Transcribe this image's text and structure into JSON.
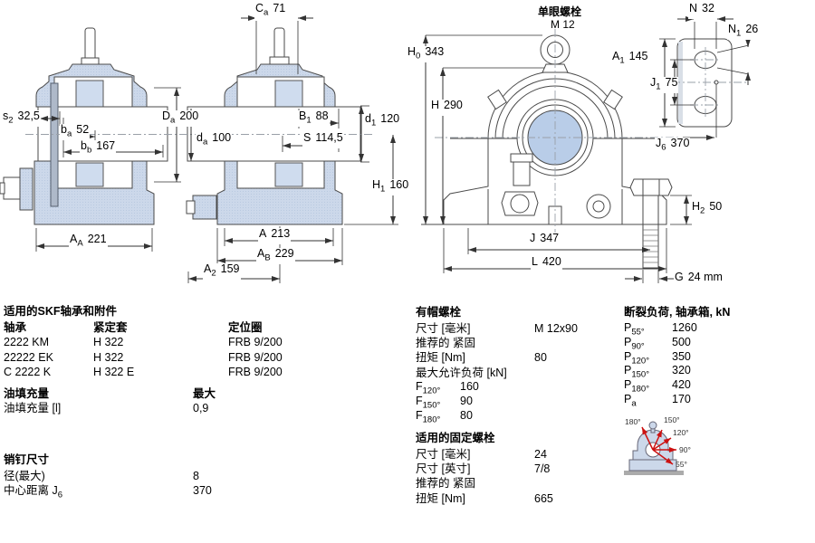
{
  "dims": {
    "s2": {
      "sym": "s",
      "sub": "2",
      "val": "32,5"
    },
    "ba": {
      "sym": "b",
      "sub": "a",
      "val": "52"
    },
    "bb": {
      "sym": "b",
      "sub": "b",
      "val": "167"
    },
    "AA": {
      "sym": "A",
      "sub": "A",
      "val": "221"
    },
    "Da": {
      "sym": "D",
      "sub": "a",
      "val": "200"
    },
    "Ca": {
      "sym": "C",
      "sub": "a",
      "val": "71"
    },
    "B1": {
      "sym": "B",
      "sub": "1",
      "val": "88"
    },
    "S": {
      "sym": "S",
      "sub": "",
      "val": "114,5"
    },
    "d1": {
      "sym": "d",
      "sub": "1",
      "val": "120"
    },
    "da": {
      "sym": "d",
      "sub": "a",
      "val": "100"
    },
    "H1": {
      "sym": "H",
      "sub": "1",
      "val": "160"
    },
    "A": {
      "sym": "A",
      "sub": "",
      "val": "213"
    },
    "AB": {
      "sym": "A",
      "sub": "B",
      "val": "229"
    },
    "A2": {
      "sym": "A",
      "sub": "2",
      "val": "159"
    },
    "H0": {
      "sym": "H",
      "sub": "0",
      "val": "343"
    },
    "H": {
      "sym": "H",
      "sub": "",
      "val": "290"
    },
    "J": {
      "sym": "J",
      "sub": "",
      "val": "347"
    },
    "L": {
      "sym": "L",
      "sub": "",
      "val": "420"
    },
    "H2": {
      "sym": "H",
      "sub": "2",
      "val": "50"
    },
    "G": {
      "sym": "G",
      "sub": "",
      "val": "24 mm"
    },
    "N": {
      "sym": "N",
      "sub": "",
      "val": "32"
    },
    "N1": {
      "sym": "N",
      "sub": "1",
      "val": "26"
    },
    "A1": {
      "sym": "A",
      "sub": "1",
      "val": "145"
    },
    "J1": {
      "sym": "J",
      "sub": "1",
      "val": "75"
    },
    "J6": {
      "sym": "J",
      "sub": "6",
      "val": "370"
    }
  },
  "front_view": {
    "eyebolt_label": "单眼螺栓",
    "eyebolt_size": "M 12"
  },
  "sections": {
    "bearings": {
      "title": "适用的SKF轴承和附件",
      "columns": [
        "轴承",
        "紧定套",
        "定位圈"
      ],
      "rows": [
        [
          "2222 KM",
          "H 322",
          "FRB 9/200"
        ],
        [
          "22222 EK",
          "H 322",
          "FRB 9/200"
        ],
        [
          "C 2222 K",
          "H 322 E",
          "FRB 9/200"
        ]
      ]
    },
    "oil": {
      "title": "油填充量",
      "max_label": "最大",
      "row_label": "油填充量 [l]",
      "row_value": "0,9"
    },
    "pin": {
      "title": "销钉尺寸",
      "rows": [
        {
          "label": "径(最大)",
          "sub": "",
          "value": "8"
        },
        {
          "label": "中心距离 J",
          "sub": "6",
          "value": "370"
        }
      ]
    },
    "cap_bolts": {
      "title": "有帽螺栓",
      "rows": [
        {
          "label": "尺寸 [毫米]",
          "value": "M 12x90"
        },
        {
          "label": "推荐的 紧固",
          "value": ""
        },
        {
          "label": "扭矩 [Nm]",
          "value": "80"
        },
        {
          "label": "最大允许负荷 [kN]",
          "value": ""
        }
      ],
      "f_rows": [
        {
          "sym": "F",
          "sub": "120°",
          "value": "160"
        },
        {
          "sym": "F",
          "sub": "150°",
          "value": "90"
        },
        {
          "sym": "F",
          "sub": "180°",
          "value": "80"
        }
      ]
    },
    "fixing_bolts": {
      "title": "适用的固定螺栓",
      "rows": [
        {
          "label": "尺寸 [毫米]",
          "value": "24"
        },
        {
          "label": "尺寸 [英寸]",
          "value": "7/8"
        },
        {
          "label": "推荐的 紧固",
          "value": ""
        },
        {
          "label": "扭矩 [Nm]",
          "value": "665"
        }
      ]
    },
    "breaking": {
      "title": "断裂负荷, 轴承箱, kN",
      "rows": [
        {
          "sym": "P",
          "sub": "55°",
          "value": "1260"
        },
        {
          "sym": "P",
          "sub": "90°",
          "value": "500"
        },
        {
          "sym": "P",
          "sub": "120°",
          "value": "350"
        },
        {
          "sym": "P",
          "sub": "150°",
          "value": "320"
        },
        {
          "sym": "P",
          "sub": "180°",
          "value": "420"
        },
        {
          "sym": "P",
          "sub": "a",
          "value": "170"
        }
      ]
    },
    "angle_diagram": {
      "labels": [
        "180°",
        "150°",
        "120°",
        "90°",
        "55°"
      ],
      "arrow_color": "#cc1111"
    }
  },
  "colors": {
    "housing_fill": "#ccd8ea",
    "bore_fill": "#b9cde8",
    "line": "#4a4a4a",
    "arrow_red": "#cc1111"
  }
}
